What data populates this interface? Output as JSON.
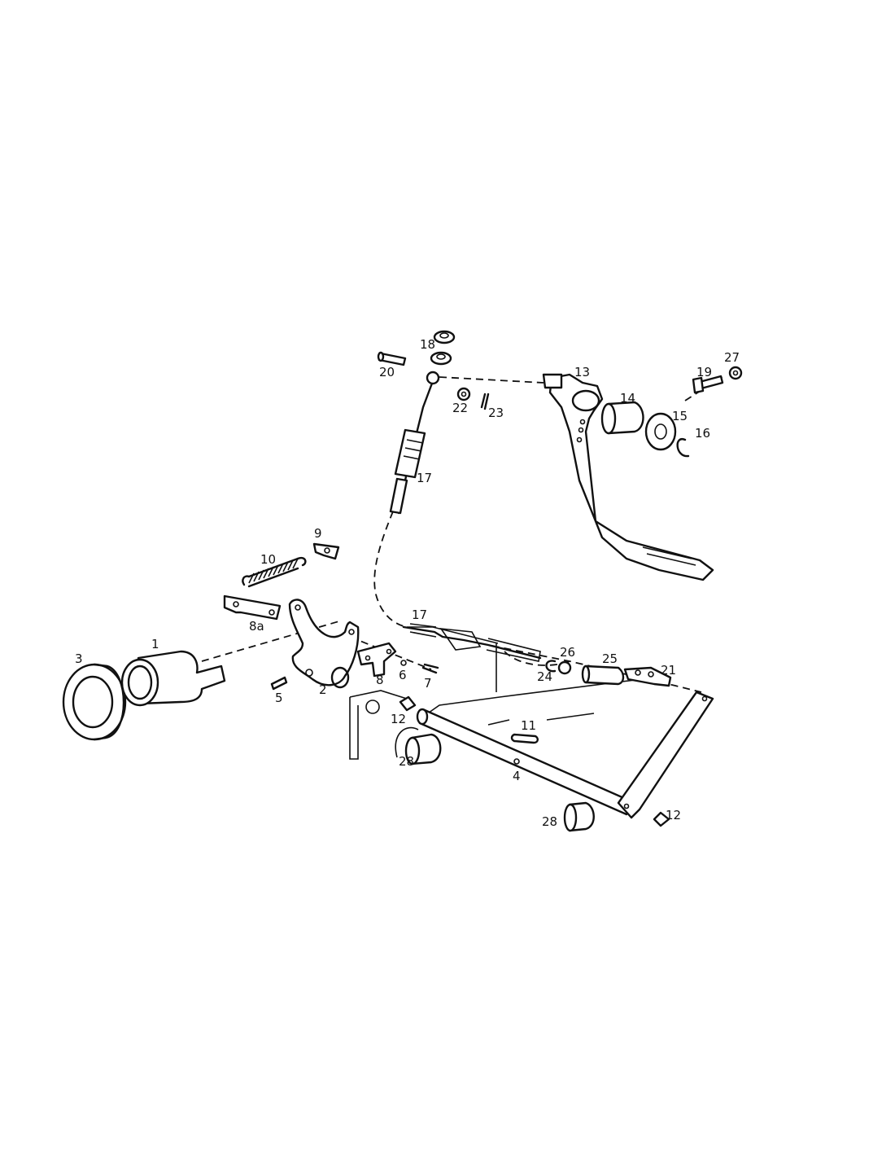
{
  "labels": {
    "p1": "1",
    "p2": "2",
    "p3": "3",
    "p4": "4",
    "p5": "5",
    "p6": "6",
    "p7": "7",
    "p8": "8",
    "p8a": "8a",
    "p9": "9",
    "p10": "10",
    "p11": "11",
    "p12a": "12",
    "p12b": "12",
    "p13": "13",
    "p14": "14",
    "p15": "15",
    "p16": "16",
    "p17a": "17",
    "p17b": "17",
    "p18": "18",
    "p19": "19",
    "p20": "20",
    "p21": "21",
    "p22": "22",
    "p23": "23",
    "p24": "24",
    "p25": "25",
    "p26": "26",
    "p27": "27",
    "p28a": "28",
    "p28b": "28"
  }
}
